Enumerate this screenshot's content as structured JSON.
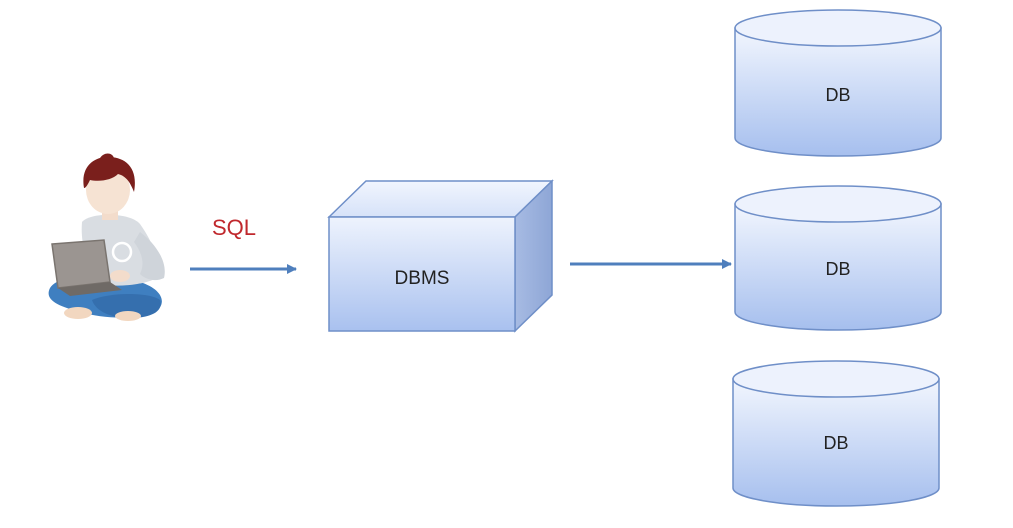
{
  "diagram": {
    "query_label": "SQL",
    "dbms_label": "DBMS",
    "databases": [
      {
        "label": "DB"
      },
      {
        "label": "DB"
      },
      {
        "label": "DB"
      }
    ]
  },
  "colors": {
    "query_text": "#c0282d",
    "arrow": "#4f7fbd",
    "shape_stroke": "#6f8fc8",
    "shape_fill_light": "#eaf0fc",
    "shape_fill_mid": "#c6d6f4",
    "shape_fill_dark": "#a8c0ee",
    "box_side": "#9eb3de",
    "label_text": "#222222"
  },
  "icons": {
    "user": "user-with-laptop-icon"
  }
}
